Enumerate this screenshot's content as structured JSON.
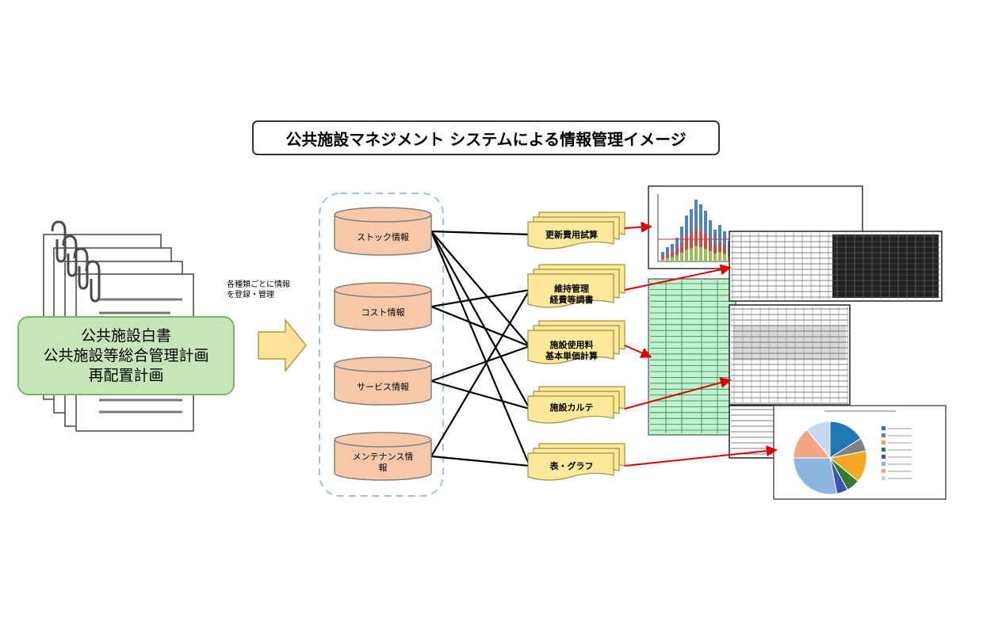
{
  "title": "公共施設マネジメント システムによる情報管理イメージ",
  "documents": {
    "lines": [
      "公共施設白書",
      "公共施設等総合管理計画",
      "再配置計画"
    ]
  },
  "arrow_label": {
    "lines": [
      "各種類ごとに情報",
      "を登録・管理"
    ]
  },
  "databases": [
    {
      "id": "stock",
      "label": "ストック情報"
    },
    {
      "id": "cost",
      "label": "コスト情報"
    },
    {
      "id": "service",
      "label": "サービス情報"
    },
    {
      "id": "maintenance",
      "label_line1": "メンテナンス情",
      "label_line2": "報"
    }
  ],
  "outputs": [
    {
      "id": "renewal",
      "line1": "更新費用試算",
      "line2": ""
    },
    {
      "id": "maintenance-cost",
      "line1": "維持管理",
      "line2": "経費等調書"
    },
    {
      "id": "usage-fee",
      "line1": "施設使用料",
      "line2": "基本単価計算"
    },
    {
      "id": "karte",
      "line1": "施設カルテ",
      "line2": ""
    },
    {
      "id": "chart",
      "line1": "表・グラフ",
      "line2": ""
    }
  ],
  "connections": [
    [
      "stock",
      "renewal"
    ],
    [
      "stock",
      "usage-fee"
    ],
    [
      "stock",
      "karte"
    ],
    [
      "stock",
      "chart"
    ],
    [
      "cost",
      "maintenance-cost"
    ],
    [
      "cost",
      "usage-fee"
    ],
    [
      "service",
      "usage-fee"
    ],
    [
      "service",
      "karte"
    ],
    [
      "maintenance",
      "maintenance-cost"
    ],
    [
      "maintenance",
      "chart"
    ]
  ],
  "colors": {
    "database_fill": "#f8c9a8",
    "database_border": "#7f7f7f",
    "output_fill": "#fde99a",
    "output_border": "#9f8f3f",
    "doc_green": "#c6e5b8",
    "arrow_fill": "#fbe39a",
    "red_arrow": "#e00000",
    "dashed_group": "#9fc3e7"
  }
}
